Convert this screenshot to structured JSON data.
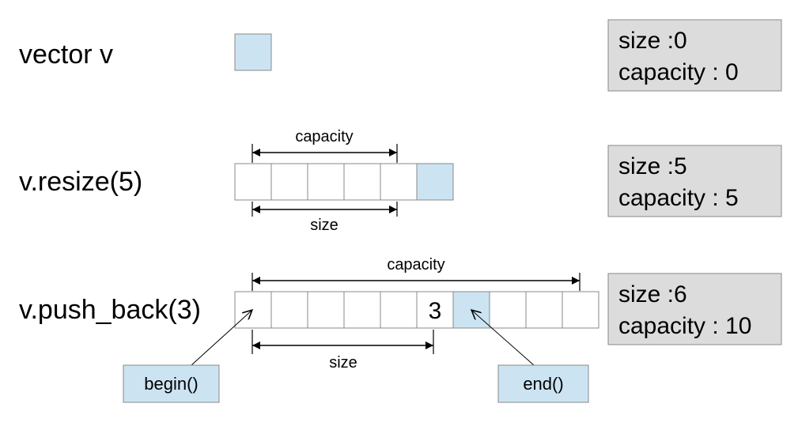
{
  "colors": {
    "highlight_fill": "#cce4f2",
    "cell_border": "#888888",
    "status_fill": "#dcdcdc",
    "status_border": "#888888",
    "line": "#000000"
  },
  "rows": [
    {
      "operation": "vector v",
      "cells": [
        {
          "value": "",
          "highlight": true
        }
      ],
      "status": {
        "size_line": "size :0",
        "capacity_line": "capacity : 0"
      }
    },
    {
      "operation": "v.resize(5)",
      "capacity_label": "capacity",
      "size_label": "size",
      "cells": [
        {
          "value": "",
          "highlight": false
        },
        {
          "value": "",
          "highlight": false
        },
        {
          "value": "",
          "highlight": false
        },
        {
          "value": "",
          "highlight": false
        },
        {
          "value": "",
          "highlight": false
        },
        {
          "value": "",
          "highlight": true
        }
      ],
      "status": {
        "size_line": "size :5",
        "capacity_line": "capacity : 5"
      }
    },
    {
      "operation": "v.push_back(3)",
      "capacity_label": "capacity",
      "size_label": "size",
      "cells": [
        {
          "value": "",
          "highlight": false
        },
        {
          "value": "",
          "highlight": false
        },
        {
          "value": "",
          "highlight": false
        },
        {
          "value": "",
          "highlight": false
        },
        {
          "value": "",
          "highlight": false
        },
        {
          "value": "3",
          "highlight": false
        },
        {
          "value": "",
          "highlight": true
        },
        {
          "value": "",
          "highlight": false
        },
        {
          "value": "",
          "highlight": false
        },
        {
          "value": "",
          "highlight": false
        }
      ],
      "status": {
        "size_line": "size :6",
        "capacity_line": "capacity : 10"
      },
      "iterators": {
        "begin": "begin()",
        "end": "end()"
      }
    }
  ]
}
